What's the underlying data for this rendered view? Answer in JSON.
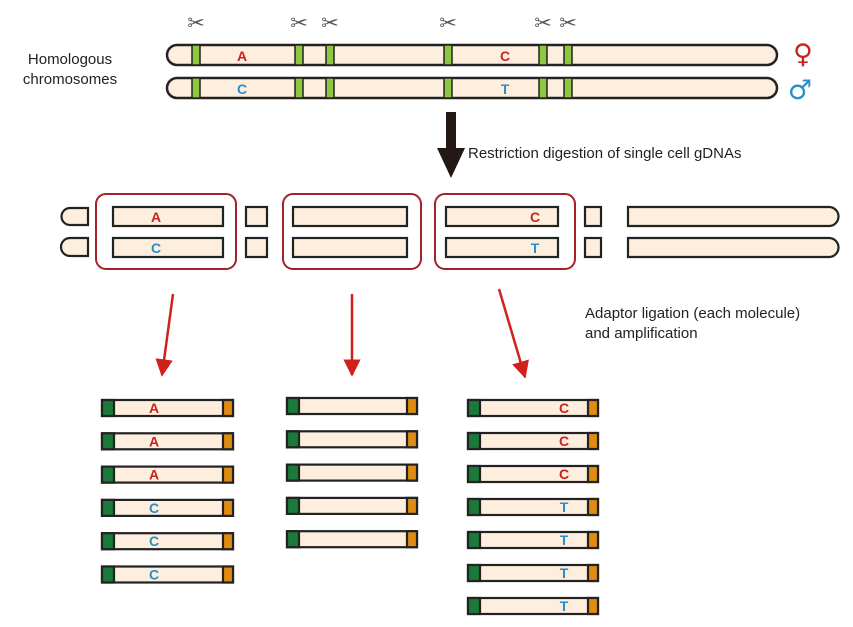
{
  "labels": {
    "homologous_line1": "Homologous",
    "homologous_line2": "chromosomes",
    "digestion": "Restriction digestion of single cell gDNAs",
    "ligation_line1": "Adaptor ligation (each molecule)",
    "ligation_line2": "and amplification"
  },
  "symbols": {
    "female": "♀",
    "male": "♂",
    "scissors": "✂"
  },
  "chromosomes": {
    "maternal": {
      "sex": "female",
      "alleles": [
        "A",
        "C"
      ]
    },
    "paternal": {
      "sex": "male",
      "alleles": [
        "C",
        "T"
      ]
    }
  },
  "amplified_groups": [
    {
      "alleles": [
        "A",
        "A",
        "A",
        "C",
        "C",
        "C"
      ]
    },
    {
      "alleles": [
        "",
        "",
        "",
        "",
        ""
      ]
    },
    {
      "alleles": [
        "C",
        "C",
        "C",
        "T",
        "T",
        "T",
        "T"
      ]
    }
  ],
  "colors": {
    "maternal_base": "#c8241f",
    "paternal_base": "#2a8fc8",
    "strand_fill": "#fdeedd",
    "restriction_site": "#8dc63f",
    "adaptor_left": "#1a7a3a",
    "adaptor_right": "#e08c12",
    "selection_box": "#a3222a",
    "ligation_arrow": "#d0211c",
    "digestion_arrow": "#231815"
  }
}
